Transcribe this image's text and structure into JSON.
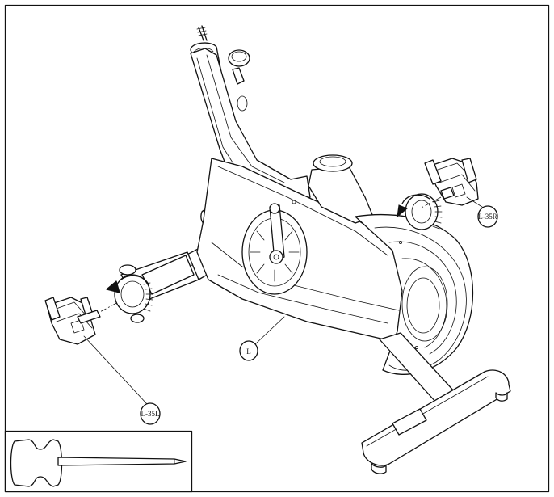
{
  "callouts": {
    "left_pedal": "L-35L",
    "right_pedal": "L-35R",
    "frame": "L"
  },
  "icons": {
    "tool": "pedal-wrench-icon"
  }
}
